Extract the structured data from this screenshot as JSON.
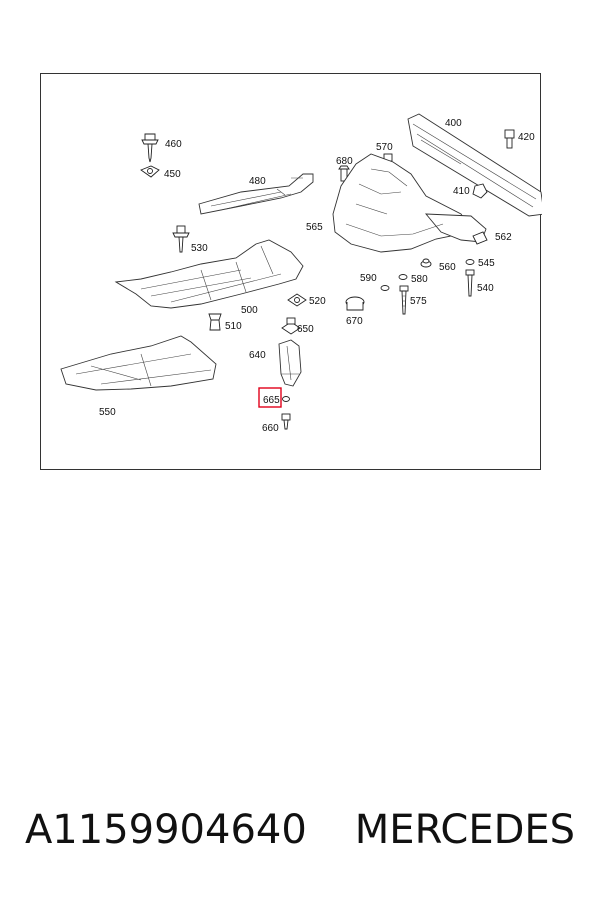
{
  "diagram": {
    "highlighted_part": "665",
    "labels": {
      "l400": "400",
      "l420": "420",
      "l410": "410",
      "l460": "460",
      "l450": "450",
      "l570": "570",
      "l680": "680",
      "l480": "480",
      "l565": "565",
      "l562": "562",
      "l530": "530",
      "l560": "560",
      "l545": "545",
      "l590": "590",
      "l580": "580",
      "l540": "540",
      "l575": "575",
      "l500": "500",
      "l520": "520",
      "l670": "670",
      "l510": "510",
      "l650": "650",
      "l640": "640",
      "l550": "550",
      "l665": "665",
      "l660": "660"
    },
    "colors": {
      "highlight": "#e0001a",
      "line": "#333333"
    }
  },
  "caption": {
    "part_number": "A1159904640",
    "brand": "MERCEDES"
  }
}
